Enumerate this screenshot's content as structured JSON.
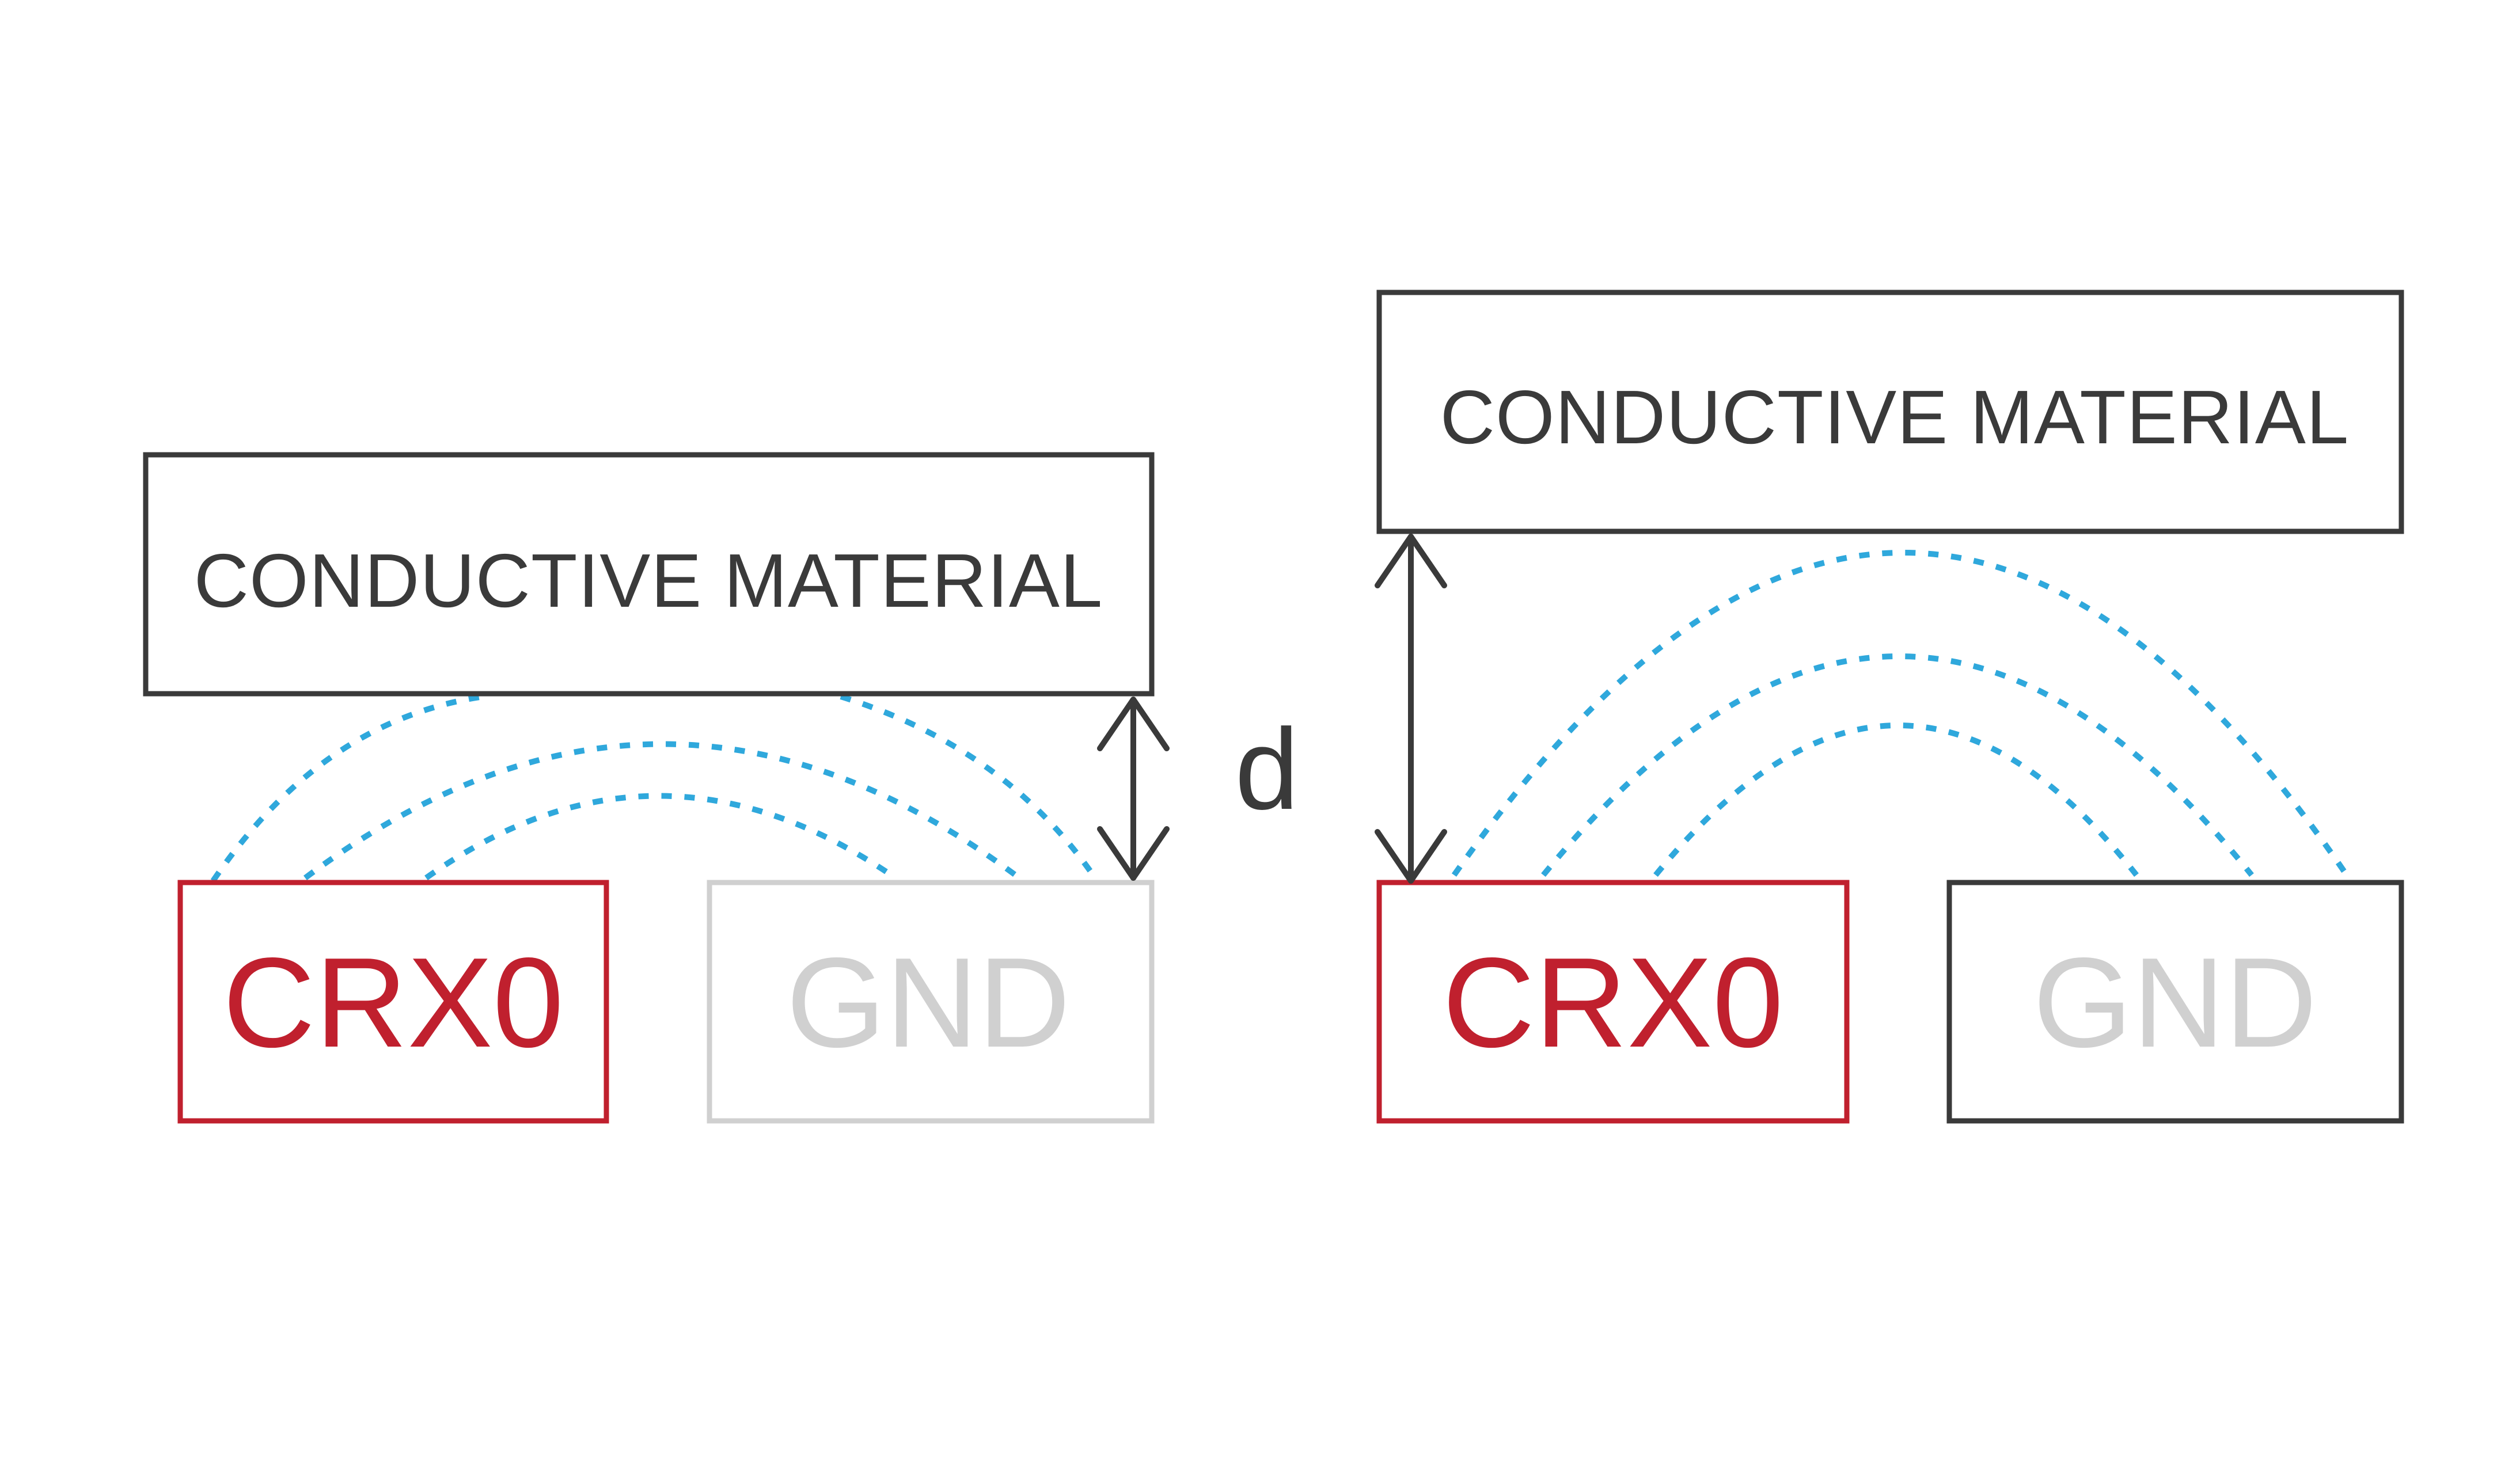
{
  "labels": {
    "conductive": "CONDUCTIVE MATERIAL",
    "sensor": "CRX0",
    "ground": "GND",
    "distance": "d"
  },
  "colors": {
    "outline": "#3a3a3a",
    "sensor": "#c0202e",
    "ground_muted": "#d0d0d0",
    "field_lines": "#2fa8dc",
    "text": "#3a3a3a",
    "background": "#ffffff"
  },
  "panels": [
    {
      "name": "near",
      "conductive_label": "CONDUCTIVE MATERIAL",
      "sensor_label": "CRX0",
      "ground_label": "GND",
      "ground_outline": "muted",
      "distance_label": "d"
    },
    {
      "name": "far",
      "conductive_label": "CONDUCTIVE MATERIAL",
      "sensor_label": "CRX0",
      "ground_label": "GND",
      "ground_outline": "dark"
    }
  ]
}
